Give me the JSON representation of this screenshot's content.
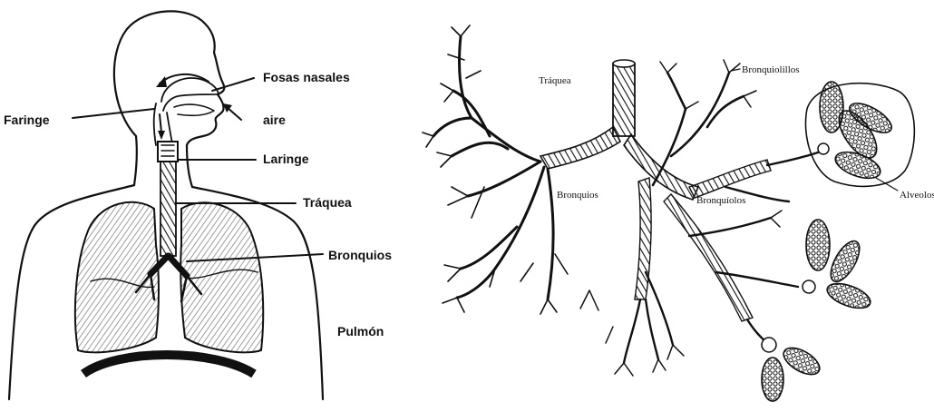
{
  "left_diagram": {
    "labels": {
      "fosas_nasales": "Fosas nasales",
      "aire": "aire",
      "faringe": "Faringe",
      "laringe": "Laringe",
      "traquea": "Tráquea",
      "bronquios": "Bronquios",
      "pulmon": "Pulmón"
    }
  },
  "right_diagram": {
    "labels": {
      "traquea": "Tráquea",
      "bronquiolillos": "Bronquiolillos",
      "bronquios": "Bronquios",
      "bronquiolos": "Bronquíolos",
      "alveolos": "Alveolos"
    }
  }
}
